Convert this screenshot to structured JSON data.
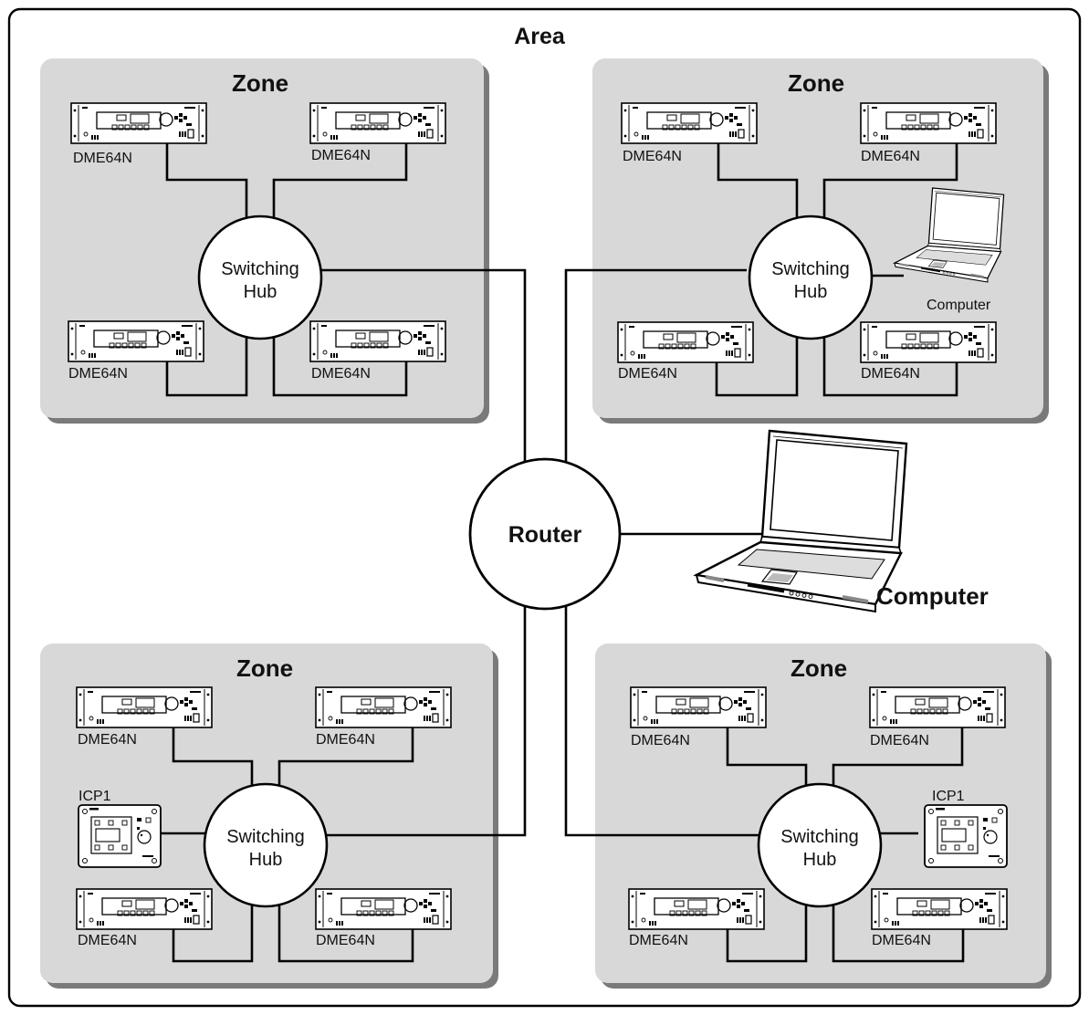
{
  "area": {
    "title": "Area"
  },
  "router": {
    "label": "Router"
  },
  "main_computer": {
    "label": "Computer",
    "icon": "laptop-icon"
  },
  "zones": [
    {
      "title": "Zone",
      "hub": {
        "line1": "Switching",
        "line2": "Hub"
      },
      "devices": [
        {
          "type": "dme",
          "label": "DME64N",
          "icon": "dme64n-device-icon"
        },
        {
          "type": "dme",
          "label": "DME64N",
          "icon": "dme64n-device-icon"
        },
        {
          "type": "dme",
          "label": "DME64N",
          "icon": "dme64n-device-icon"
        },
        {
          "type": "dme",
          "label": "DME64N",
          "icon": "dme64n-device-icon"
        }
      ]
    },
    {
      "title": "Zone",
      "hub": {
        "line1": "Switching",
        "line2": "Hub"
      },
      "devices": [
        {
          "type": "dme",
          "label": "DME64N",
          "icon": "dme64n-device-icon"
        },
        {
          "type": "dme",
          "label": "DME64N",
          "icon": "dme64n-device-icon"
        },
        {
          "type": "computer",
          "label": "Computer",
          "icon": "laptop-icon"
        },
        {
          "type": "dme",
          "label": "DME64N",
          "icon": "dme64n-device-icon"
        },
        {
          "type": "dme",
          "label": "DME64N",
          "icon": "dme64n-device-icon"
        }
      ]
    },
    {
      "title": "Zone",
      "hub": {
        "line1": "Switching",
        "line2": "Hub"
      },
      "devices": [
        {
          "type": "dme",
          "label": "DME64N",
          "icon": "dme64n-device-icon"
        },
        {
          "type": "dme",
          "label": "DME64N",
          "icon": "dme64n-device-icon"
        },
        {
          "type": "icp",
          "label": "ICP1",
          "icon": "icp1-panel-icon"
        },
        {
          "type": "dme",
          "label": "DME64N",
          "icon": "dme64n-device-icon"
        },
        {
          "type": "dme",
          "label": "DME64N",
          "icon": "dme64n-device-icon"
        }
      ]
    },
    {
      "title": "Zone",
      "hub": {
        "line1": "Switching",
        "line2": "Hub"
      },
      "devices": [
        {
          "type": "dme",
          "label": "DME64N",
          "icon": "dme64n-device-icon"
        },
        {
          "type": "dme",
          "label": "DME64N",
          "icon": "dme64n-device-icon"
        },
        {
          "type": "icp",
          "label": "ICP1",
          "icon": "icp1-panel-icon"
        },
        {
          "type": "dme",
          "label": "DME64N",
          "icon": "dme64n-device-icon"
        },
        {
          "type": "dme",
          "label": "DME64N",
          "icon": "dme64n-device-icon"
        }
      ]
    }
  ],
  "colors": {
    "zone_fill": "#d8d8d8",
    "zone_shadow": "#7a7a7a",
    "line": "#000000",
    "background": "#ffffff"
  }
}
